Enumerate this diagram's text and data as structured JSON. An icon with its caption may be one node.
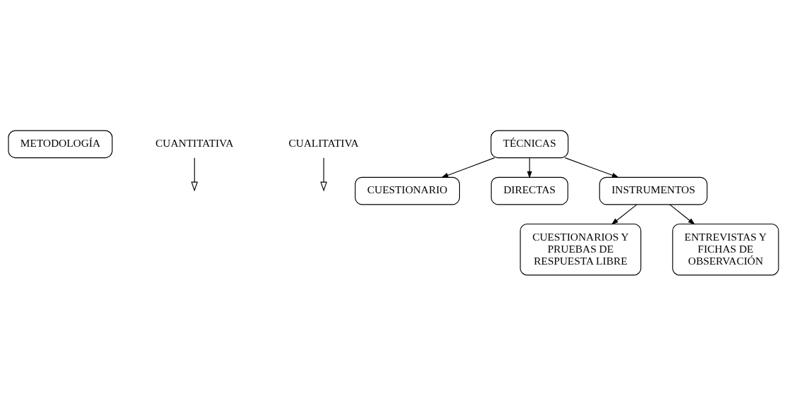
{
  "diagram": {
    "nodes": [
      {
        "text": [
          "METODOLOGÍA"
        ]
      },
      {
        "text": [
          "CUANTITATIVA"
        ]
      },
      {
        "text": [
          "CUALITATIVA"
        ]
      },
      {
        "text": [
          "TÉCNICAS"
        ]
      },
      {
        "text": [
          "CUESTIONARIO"
        ]
      },
      {
        "text": [
          "DIRECTAS"
        ]
      },
      {
        "text": [
          "INSTRUMENTOS"
        ]
      },
      {
        "text": [
          "CUESTIONARIOS Y PRUEBAS DE RESPUESTA LIBRE"
        ]
      },
      {
        "text": [
          "ENTREVISTAS Y FICHAS DE OBSERVACIÓN"
        ]
      }
    ],
    "edges": [
      {
        "from": 1,
        "to": null,
        "arrow": "to"
      },
      {
        "from": 2,
        "to": null,
        "arrow": "to"
      },
      {
        "from": 3,
        "to": 4,
        "arrow": "to"
      },
      {
        "from": 3,
        "to": 5,
        "arrow": "to"
      },
      {
        "from": 3,
        "to": 6,
        "arrow": "to"
      },
      {
        "from": 6,
        "to": 7,
        "arrow": "to"
      },
      {
        "from": 6,
        "to": 8,
        "arrow": "to"
      }
    ]
  }
}
